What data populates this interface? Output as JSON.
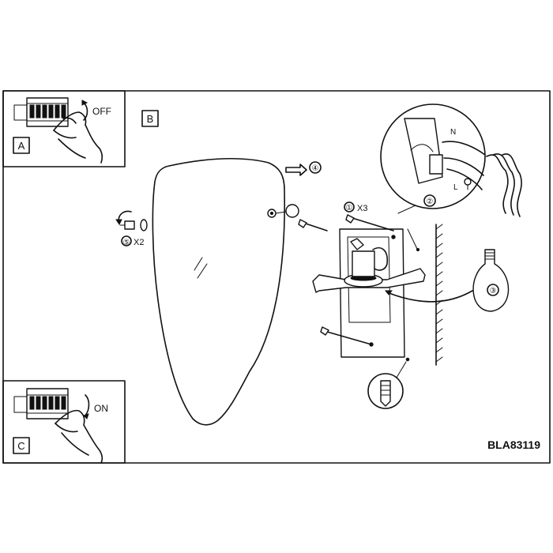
{
  "panels": {
    "a": {
      "label": "A",
      "switch_state": "OFF"
    },
    "b": {
      "label": "B"
    },
    "c": {
      "label": "C",
      "switch_state": "ON"
    }
  },
  "callouts": {
    "screws": "①",
    "screws_qty": "X3",
    "anchor": "②",
    "bulb": "③",
    "arrow_step": "④",
    "knobs": "⑤",
    "knobs_qty": "X2"
  },
  "wiring": {
    "neutral": "N",
    "live": "L"
  },
  "model_code": "BLA83119"
}
